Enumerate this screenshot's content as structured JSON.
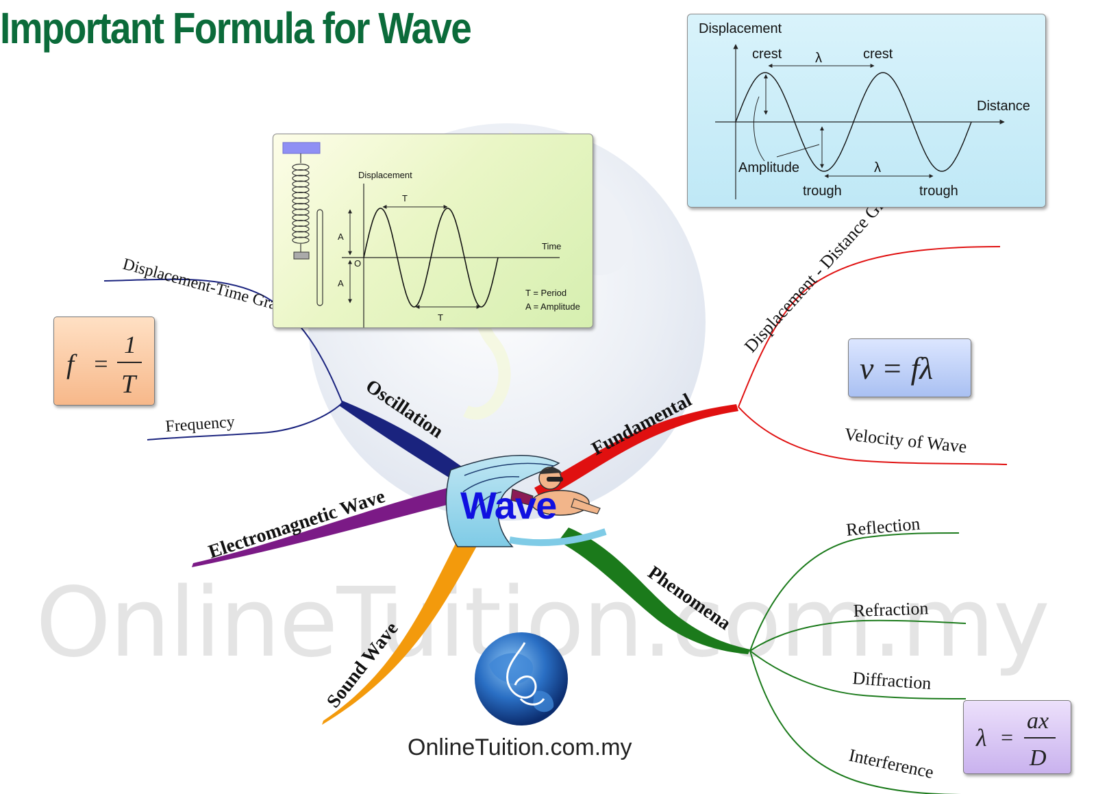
{
  "title": "Important Formula for Wave",
  "watermark": "OnlineTuition.com.my",
  "footer": "OnlineTuition.com.my",
  "colors": {
    "title": "#0b6b3a",
    "oscillation": "#1a237e",
    "fundamental": "#e01010",
    "electromagnetic": "#7b1a86",
    "sound": "#f39a0c",
    "phenomena": "#1b7a1b"
  },
  "center": {
    "label": "Wave",
    "icon": "surfer-wave-icon"
  },
  "branches": {
    "oscillation": {
      "label": "Oscillation",
      "children": [
        "Displacement-Time Graph",
        "Frequency"
      ]
    },
    "fundamental": {
      "label": "Fundamental",
      "children": [
        "Displacement - Distance Graph",
        "Velocity of Wave"
      ]
    },
    "electromagnetic": {
      "label": "Electromagnetic Wave"
    },
    "sound": {
      "label": "Sound Wave"
    },
    "phenomena": {
      "label": "Phenomena",
      "children": [
        "Reflection",
        "Refraction",
        "Diffraction",
        "Interference"
      ]
    }
  },
  "formulas": {
    "frequency": {
      "lhs": "f",
      "eq": "=",
      "num": "1",
      "den": "T"
    },
    "velocity": {
      "text": "v = fλ"
    },
    "interference": {
      "lhs": "λ",
      "eq": "=",
      "num": "ax",
      "den": "D"
    }
  },
  "displacement_time_graph": {
    "y_label": "Displacement",
    "x_label": "Time",
    "origin": "O",
    "amplitude_label": "A",
    "period_label": "T",
    "legend": [
      "T = Period",
      "A = Amplitude"
    ]
  },
  "displacement_distance_graph": {
    "y_label": "Displacement",
    "x_label": "Distance",
    "crest_labels": [
      "crest",
      "crest"
    ],
    "trough_labels": [
      "trough",
      "trough"
    ],
    "wavelength_label": "λ",
    "amplitude_label": "Amplitude"
  }
}
